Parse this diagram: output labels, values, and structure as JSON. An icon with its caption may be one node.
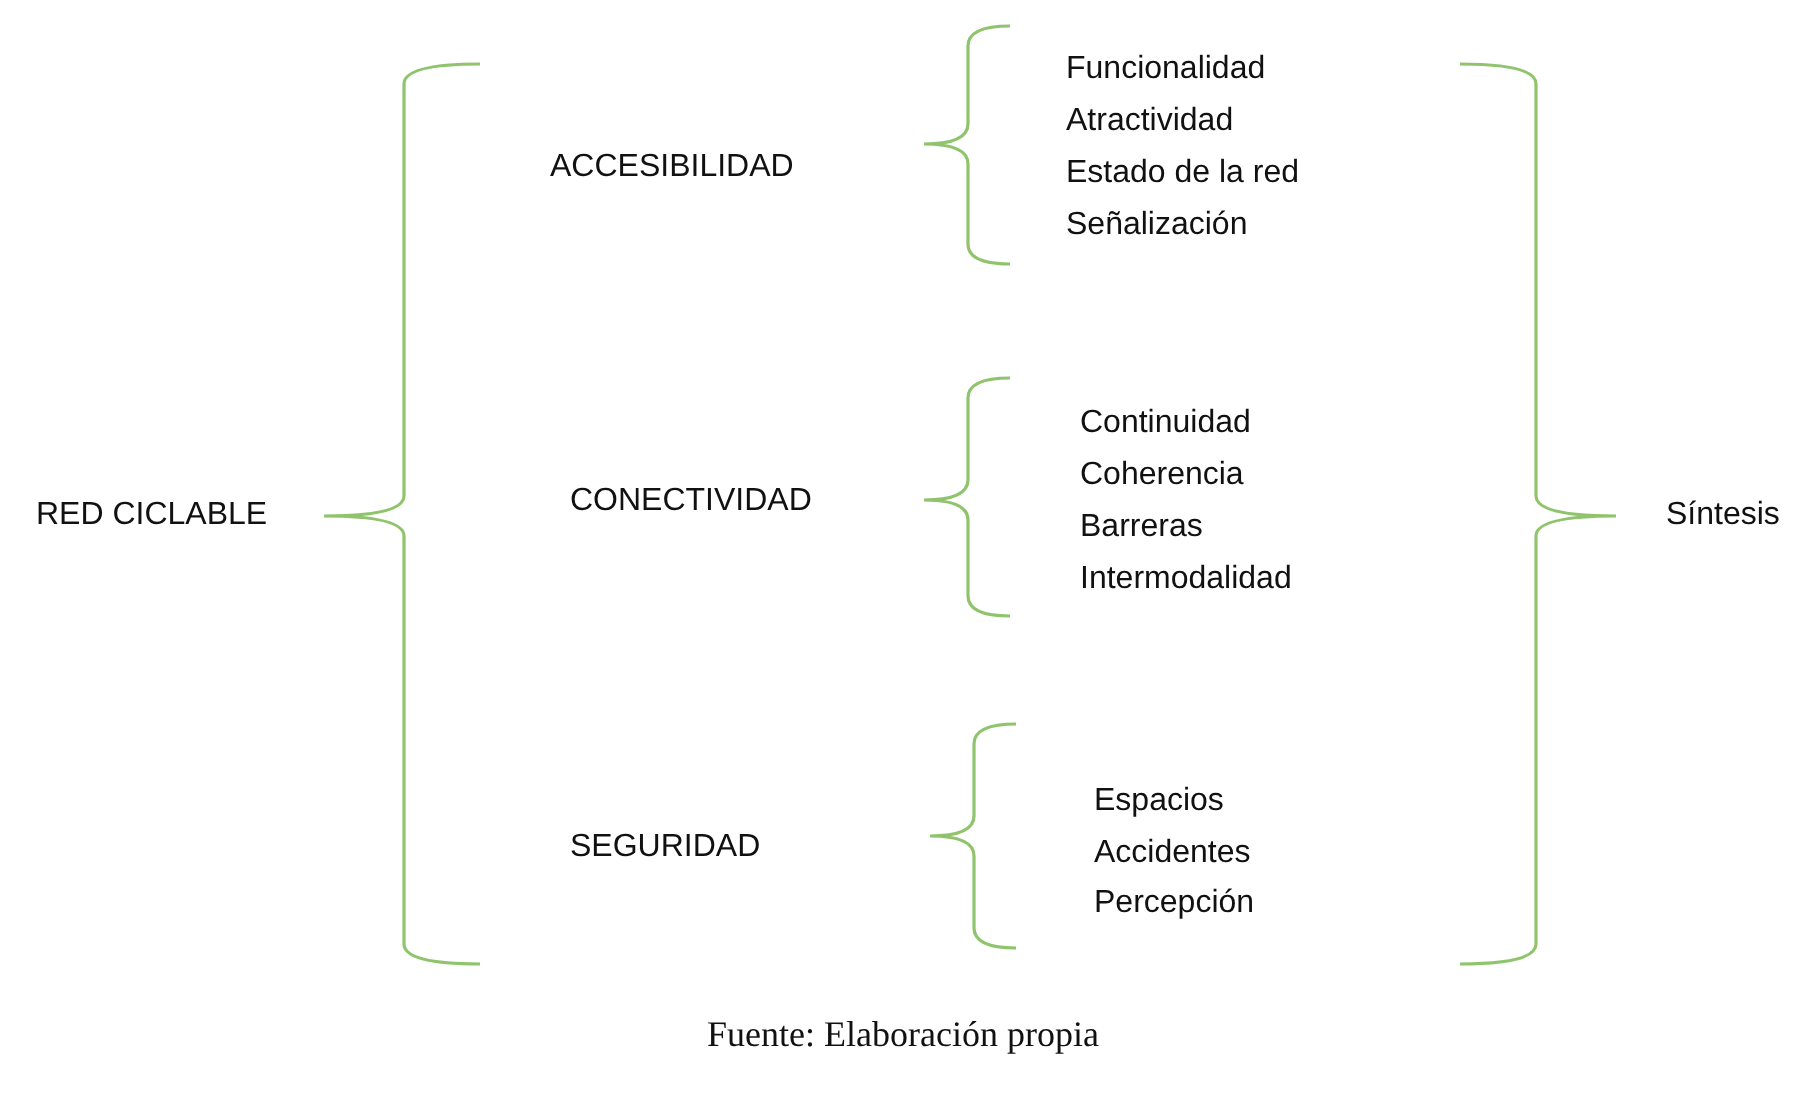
{
  "diagram": {
    "caption": "Fuente: Elaboración propia",
    "labels": [
      "RED CICLABLE",
      "ACCESIBILIDAD",
      "Funcionalidad",
      "Atractividad",
      "Estado de la red",
      "Señalización",
      "CONECTIVIDAD",
      "Continuidad",
      "Coherencia",
      "Barreras",
      "Intermodalidad",
      "SEGURIDAD",
      "Espacios",
      "Accidentes",
      "Percepción",
      "Síntesis"
    ]
  }
}
